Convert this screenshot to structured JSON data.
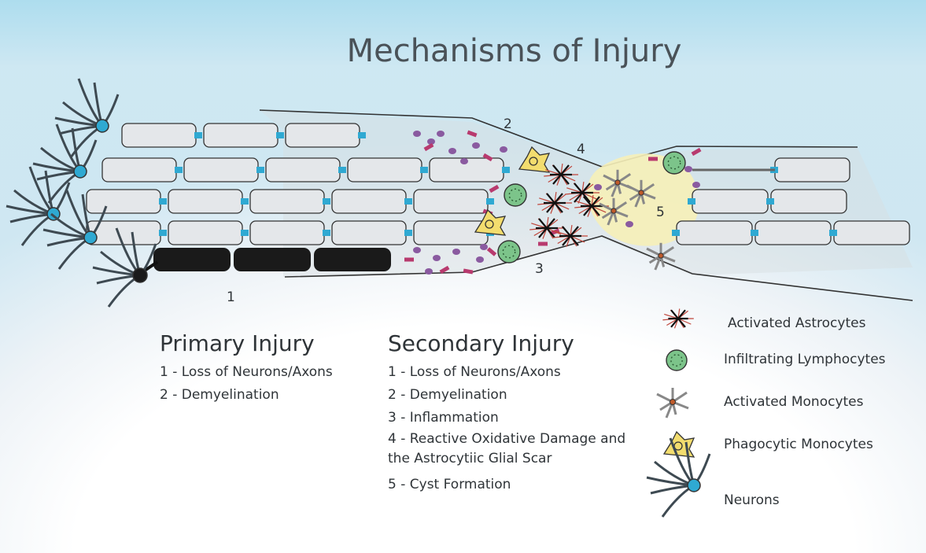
{
  "title": "Mechanisms of Injury",
  "diagram_numbers": {
    "n1": "1",
    "n2": "2",
    "n3": "3",
    "n4": "4",
    "n5": "5"
  },
  "primary": {
    "heading": "Primary Injury",
    "items": [
      "1 - Loss of Neurons/Axons",
      "2 - Demyelination"
    ]
  },
  "secondary": {
    "heading": "Secondary Injury",
    "items": [
      "1 - Loss of Neurons/Axons",
      "2 - Demyelination",
      "3 - Inflammation",
      "4 - Reactive Oxidative Damage and the Astrocytiic Glial Scar",
      "5 - Cyst Formation"
    ]
  },
  "legend": [
    {
      "label": "Activated Astrocytes",
      "icon": "activated-astrocyte-icon"
    },
    {
      "label": "Infiltrating Lymphocytes",
      "icon": "lymphocyte-icon"
    },
    {
      "label": "Activated Monocytes",
      "icon": "activated-monocyte-icon"
    },
    {
      "label": "Phagocytic Monocytes",
      "icon": "phagocytic-monocyte-icon"
    },
    {
      "label": "Neurons",
      "icon": "neuron-icon"
    }
  ],
  "colors": {
    "myelin_fill": "#e4e7ea",
    "node": "#2fa9d2",
    "damaged_axon": "#1a1a1a",
    "debris_purple": "#8a5aa0",
    "debris_pink": "#b83a6e",
    "lymphocyte": "#7cc48a",
    "phagocyte": "#f3dd6e",
    "cyst": "#f6f0b8",
    "astrocyte_red": "#c0453a"
  }
}
